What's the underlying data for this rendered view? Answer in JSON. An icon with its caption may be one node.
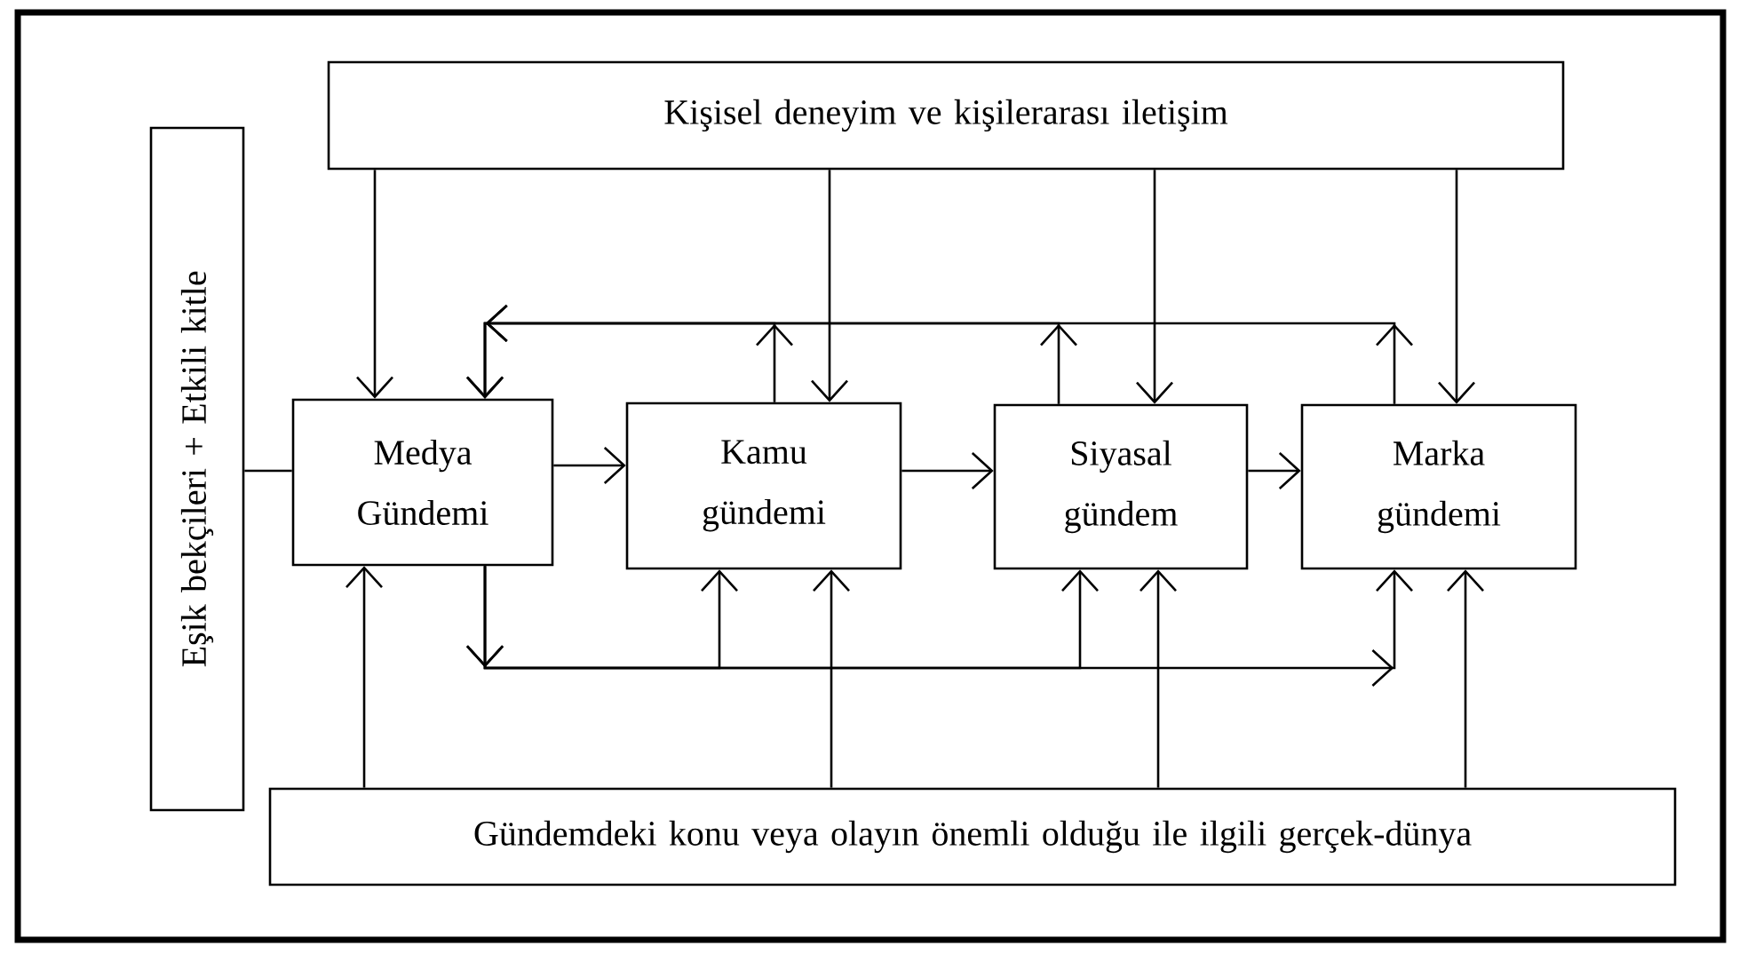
{
  "diagram": {
    "nodes": [
      {
        "text": [
          "Kişisel deneyim ve kişilerarası iletişim"
        ]
      },
      {
        "text": [
          "Eşik bekçileri + Etkili kitle"
        ]
      },
      {
        "text": [
          "Medya Gündemi"
        ]
      },
      {
        "text": [
          "Kamu gündemi"
        ]
      },
      {
        "text": [
          "Siyasal gündem"
        ]
      },
      {
        "text": [
          "Marka gündemi"
        ]
      },
      {
        "text": [
          "Gündemdeki konu veya olayın önemli olduğu ile ilgili gerçek-dünya"
        ]
      }
    ],
    "edges": [
      {
        "from": 0,
        "to": 2,
        "arrow": "to"
      },
      {
        "from": 0,
        "to": 3,
        "arrow": "to"
      },
      {
        "from": 0,
        "to": 4,
        "arrow": "to"
      },
      {
        "from": 0,
        "to": 5,
        "arrow": "to"
      },
      {
        "from": 1,
        "to": 2,
        "arrow": "none"
      },
      {
        "from": 2,
        "to": 3,
        "arrow": "to"
      },
      {
        "from": 3,
        "to": 4,
        "arrow": "to"
      },
      {
        "from": 4,
        "to": 5,
        "arrow": "to"
      },
      {
        "from": 3,
        "to": 2,
        "arrow": "to"
      },
      {
        "from": 4,
        "to": 2,
        "arrow": "to"
      },
      {
        "from": 5,
        "to": 2,
        "arrow": "to"
      },
      {
        "from": 2,
        "to": 3,
        "arrow": "to"
      },
      {
        "from": 2,
        "to": 4,
        "arrow": "to"
      },
      {
        "from": 2,
        "to": 5,
        "arrow": "to"
      },
      {
        "from": 6,
        "to": 2,
        "arrow": "to"
      },
      {
        "from": 6,
        "to": 3,
        "arrow": "to"
      },
      {
        "from": 6,
        "to": 4,
        "arrow": "to"
      },
      {
        "from": 6,
        "to": 5,
        "arrow": "to"
      }
    ]
  }
}
